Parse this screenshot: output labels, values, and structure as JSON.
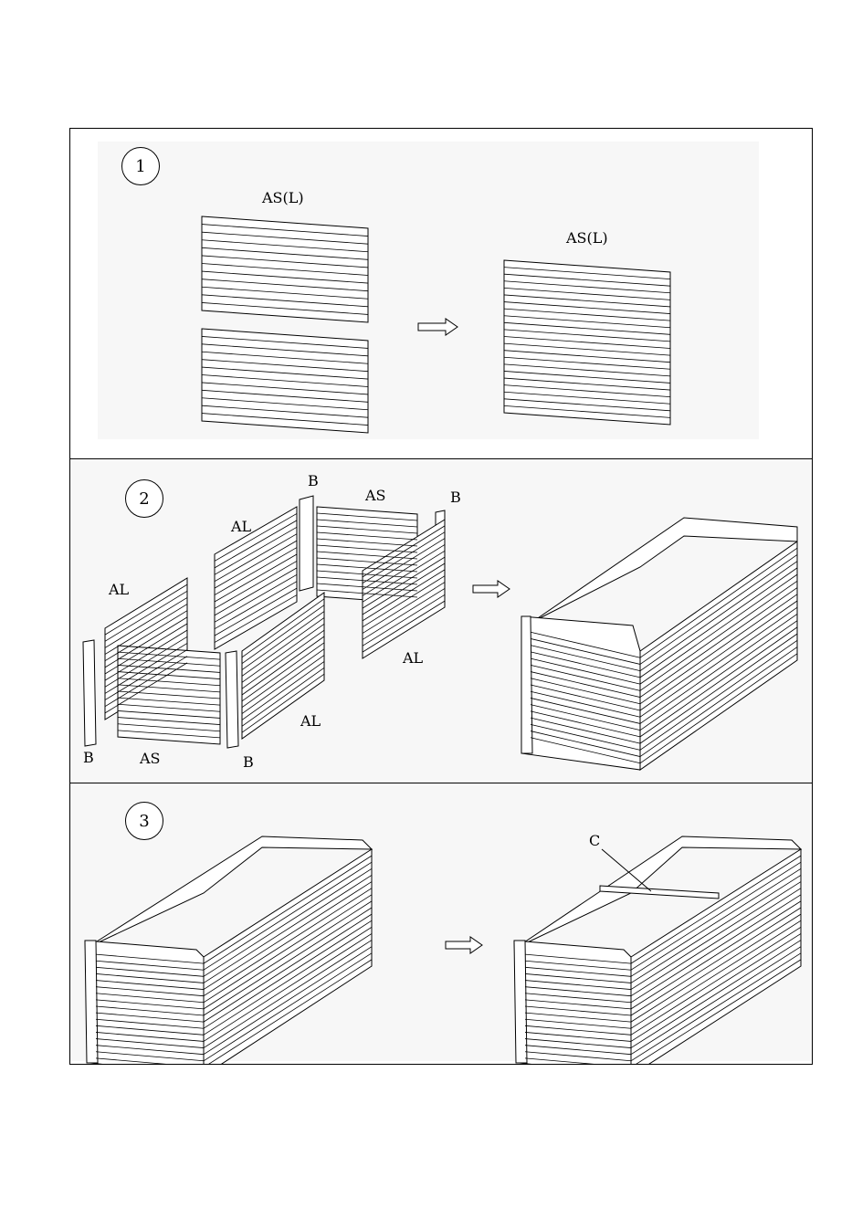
{
  "steps": [
    {
      "number": "1",
      "labels": {
        "left_part": "AS(L)",
        "right_part": "AS(L)"
      }
    },
    {
      "number": "2",
      "labels": {
        "b_top_center": "B",
        "as_top": "AS",
        "b_top_right": "B",
        "al_upper": "AL",
        "al_left": "AL",
        "al_right": "AL",
        "al_bottom": "AL",
        "b_bottom_left": "B",
        "as_bottom": "AS",
        "b_bottom_center": "B"
      }
    },
    {
      "number": "3",
      "labels": {
        "c": "C"
      }
    }
  ],
  "icons": {
    "arrow": "right-outline-arrow-icon"
  },
  "colors": {
    "line": "#000000",
    "panel_bg": "#f7f7f7"
  }
}
